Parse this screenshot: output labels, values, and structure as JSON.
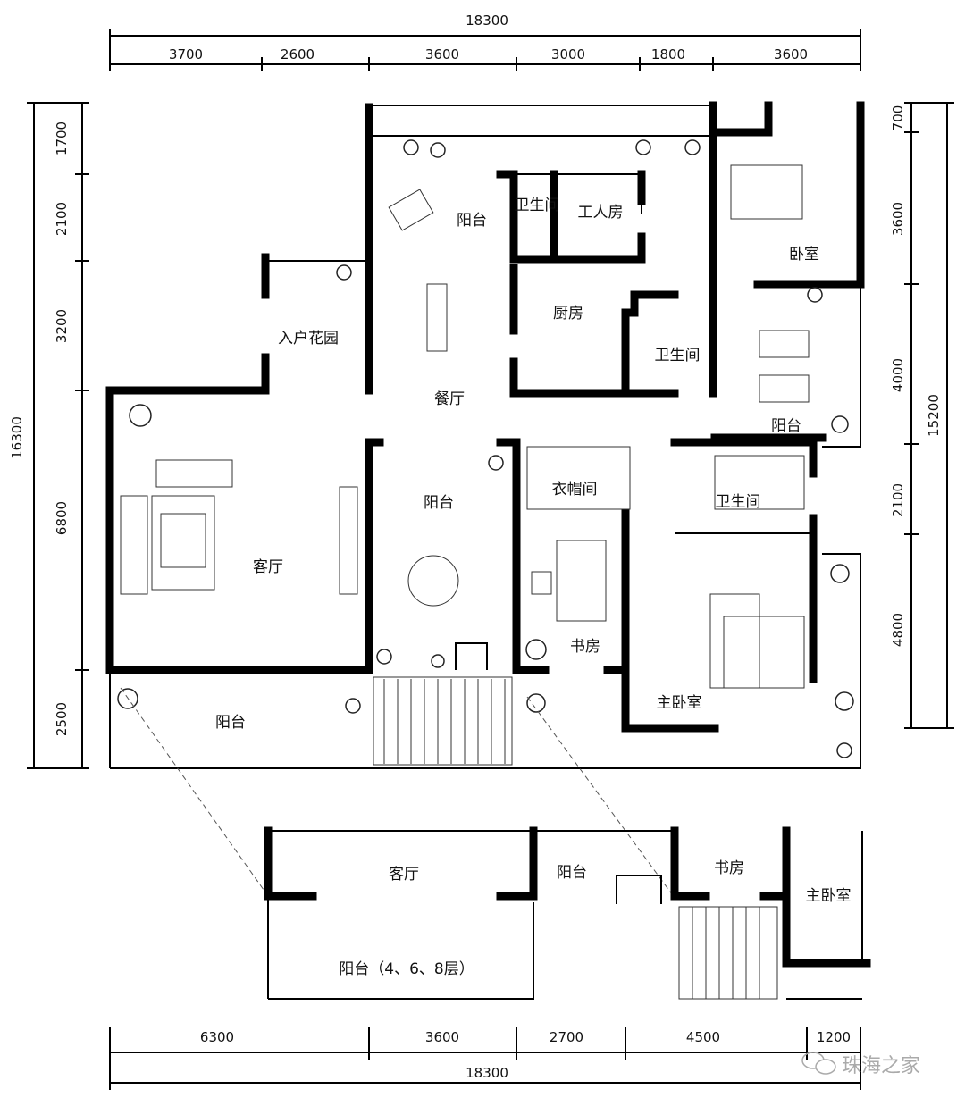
{
  "dimensions": {
    "top_total": "18300",
    "top": [
      "3700",
      "2600",
      "3600",
      "3000",
      "1800",
      "3600"
    ],
    "left_total": "16300",
    "left": [
      "1700",
      "2100",
      "3200",
      "6800",
      "2500"
    ],
    "right_total": "15200",
    "right": [
      "700",
      "3600",
      "4000",
      "2100",
      "4800"
    ],
    "bottom": [
      "6300",
      "3600",
      "2700",
      "4500",
      "1200"
    ],
    "bottom_total": "18300"
  },
  "rooms": {
    "balcony_top": "阳台",
    "bath_small": "卫生间",
    "worker_room": "工人房",
    "bedroom": "卧室",
    "entry_garden": "入户花园",
    "kitchen": "厨房",
    "bath_mid": "卫生间",
    "dining": "餐厅",
    "balcony_right": "阳台",
    "cloakroom": "衣帽间",
    "bath_master": "卫生间",
    "balcony_mid": "阳台",
    "living": "客厅",
    "study": "书房",
    "master_bedroom": "主卧室",
    "balcony_bottom": "阳台"
  },
  "lower_plan": {
    "living": "客厅",
    "balcony": "阳台",
    "study": "书房",
    "master_bedroom": "主卧室",
    "balcony_floors": "阳台（4、6、8层）"
  },
  "watermark": "珠海之家"
}
